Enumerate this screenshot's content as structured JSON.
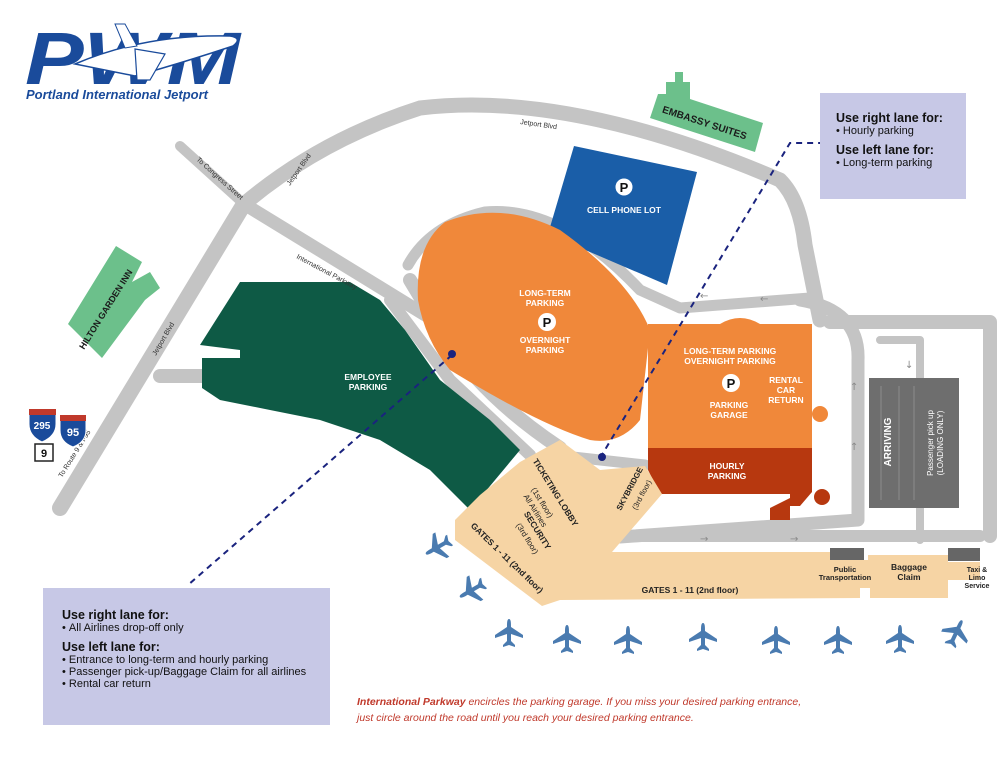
{
  "logo": {
    "brand": "PWM",
    "subtitle": "Portland International Jetport"
  },
  "roads": {
    "jetport_blvd_top": "Jetport Blvd",
    "jetport_blvd_diag": "Jetport Blvd",
    "jetport_blvd_left": "Jetport Blvd",
    "to_congress": "To Congress Street",
    "intl_parkway": "International Parkway",
    "to_route": "To Route 9 & I-95"
  },
  "highway_shields": {
    "i295": "295",
    "i95": "95",
    "route9": "9"
  },
  "hotels": {
    "embassy": "EMBASSY SUITES",
    "hilton": "HILTON GARDEN INN"
  },
  "lots": {
    "cell_phone": "CELL PHONE LOT",
    "long_term_1": "LONG-TERM",
    "long_term_2": "PARKING",
    "overnight_1": "OVERNIGHT",
    "overnight_2": "PARKING",
    "employee_1": "EMPLOYEE",
    "employee_2": "PARKING",
    "garage_top_1": "LONG-TERM PARKING",
    "garage_top_2": "OVERNIGHT PARKING",
    "garage_1": "PARKING",
    "garage_2": "GARAGE",
    "rental_1": "RENTAL",
    "rental_2": "CAR",
    "rental_3": "RETURN",
    "hourly_1": "HOURLY",
    "hourly_2": "PARKING",
    "p_symbol": "P"
  },
  "terminal": {
    "ticketing_1": "TICKETING LOBBY",
    "ticketing_2": "(1st floor)",
    "ticketing_3": "All Airlines",
    "security_1": "SECURITY",
    "security_2": "(3rd floor)",
    "gates_diag": "GATES 1 - 11 (2nd floor)",
    "gates_main": "GATES 1 - 11 (2nd floor)",
    "skybridge_1": "SKYBRIDGE",
    "skybridge_2": "(3rd floor)",
    "public_transport_1": "Public",
    "public_transport_2": "Transportation",
    "baggage_1": "Baggage",
    "baggage_2": "Claim",
    "taxi_1": "Taxi &",
    "taxi_2": "Limo",
    "taxi_3": "Service",
    "arriving": "ARRIVING",
    "pickup_1": "Passenger pick up",
    "pickup_2": "(LOADING ONLY)"
  },
  "notes": {
    "top": {
      "right_title": "Use right lane for:",
      "right_items": [
        "Hourly parking"
      ],
      "left_title": "Use left lane for:",
      "left_items": [
        "Long-term parking"
      ]
    },
    "bottom": {
      "right_title": "Use right lane for:",
      "right_items": [
        "All Airlines drop-off only"
      ],
      "left_title": "Use left lane for:",
      "left_items": [
        "Entrance to long-term and hourly parking",
        "Passenger pick-up/Baggage Claim for all airlines",
        "Rental car return"
      ]
    }
  },
  "footnote": {
    "bold": "International Parkway",
    "rest_1": " encircles the parking garage. If you miss your desired parking entrance,",
    "rest_2": "just circle around  the road until you reach your desired parking entrance."
  },
  "colors": {
    "road": "#c4c4c4",
    "long_term": "#f0883a",
    "garage_orange": "#f0883a",
    "hourly": "#b7380f",
    "employee": "#0e5a45",
    "cell_phone": "#1a5ea8",
    "hotel": "#6cc08b",
    "terminal": "#f6d4a4",
    "arriving": "#6e6e6e",
    "plane": "#4a7bb0",
    "note_bg": "#c7c8e6",
    "brand_blue": "#1a4b9b",
    "footnote_red": "#c0392b"
  }
}
